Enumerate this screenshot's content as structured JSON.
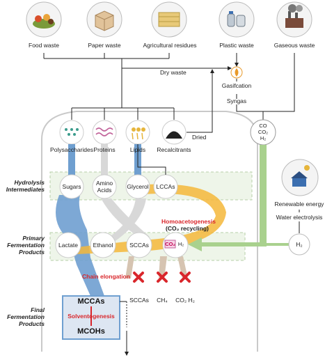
{
  "sources": {
    "food_waste": "Food waste",
    "paper_waste": "Paper waste",
    "agricultural_residues": "Agricultural residues",
    "plastic_waste": "Plastic waste",
    "gaseous_waste": "Gaseous waste"
  },
  "process": {
    "dry_waste": "Dry waste",
    "gasification": "Gasifcation",
    "syngas": "Syngas",
    "dried": "Dried",
    "co_line1": "CO",
    "co_line2": "CO₂",
    "co_line3": "H₂"
  },
  "feedstock": {
    "polysaccharides": "Polysaccharides",
    "proteins": "Proteins",
    "lipids": "Lipids",
    "recalcitrants": "Recalcitrants"
  },
  "stages": {
    "hydrolysis": "Hydrolysis Intermediates",
    "primary": "Primary Fermentation Products",
    "final": "Final Fermentation Products"
  },
  "intermediates": {
    "sugars": "Sugars",
    "amino_acids": "Amino Acids",
    "glycerol": "Glycerol",
    "lccas": "LCCAs"
  },
  "primary_products": {
    "lactate": "Lactate",
    "ethanol": "Ethanol",
    "sccas": "SCCAs",
    "co2": "CO₂",
    "h2": "H₂"
  },
  "labels": {
    "homoacetogenesis": "Homoacetogenesis",
    "co2_recycling": "(CO₂ recycling)",
    "chain_elongation": "Chain elongation",
    "solventogenesis": "Solventogenesis",
    "mccas": "MCCAs",
    "mcohs": "MCOHs",
    "sccas_out": "SCCAs",
    "ch4_out": "CH₄",
    "co2h2_out": "CO₂ H₂",
    "renewable_energy": "Renewable energy",
    "water_electrolysis": "Water electrolysis",
    "h2_node": "H₂"
  },
  "colors": {
    "blue_flow": "#6f9fd0",
    "grey_flow": "#d8d8d8",
    "orange_flow": "#f5b73a",
    "green_flow": "#a9d18e",
    "beige_flow": "#d6c4b1",
    "red_accent": "#d9262b",
    "final_box": "#dde6f2"
  },
  "icons": [
    "food-icon",
    "box-icon",
    "hay-icon",
    "plastic-bottle-icon",
    "factory-icon",
    "flame-icon",
    "coal-icon",
    "solar-house-icon",
    "red-x-icon"
  ]
}
